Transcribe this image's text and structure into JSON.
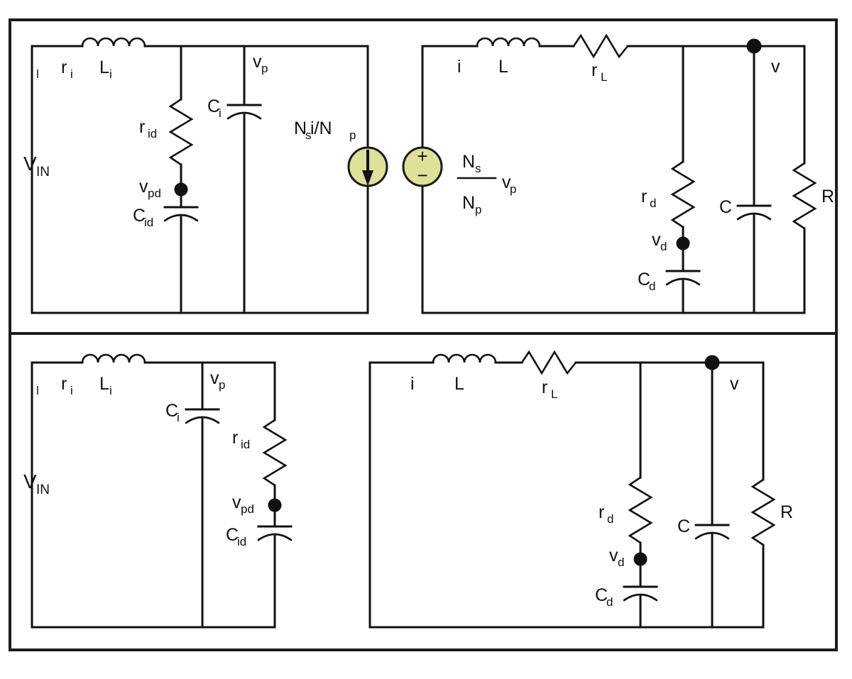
{
  "figure": {
    "title": "Flyback converter small-signal equivalent circuits",
    "panels": [
      {
        "id": "panel-top",
        "name": "transformer-coupled-equivalent-circuit"
      },
      {
        "id": "panel-bottom",
        "name": "reflected-equivalent-circuit"
      }
    ]
  },
  "colors": {
    "wire": "#111111",
    "frame": "#1c1c1c",
    "source_fill": "#dde19a",
    "source_stroke": "#1a1a1a",
    "background": "#ffffff"
  },
  "top_circuit": {
    "primary": {
      "source_label": {
        "base": "V",
        "sub": "IN"
      },
      "current_label": {
        "base": "i",
        "sub": "l"
      },
      "series_resistor": {
        "base": "r",
        "sub": "i"
      },
      "series_inductor": {
        "base": "L",
        "sub": "i"
      },
      "damping_resistor": {
        "base": "r",
        "sub": "id"
      },
      "damping_node": {
        "base": "v",
        "sub": "pd"
      },
      "damping_capacitor": {
        "base": "C",
        "sub": "id"
      },
      "input_capacitor": {
        "base": "C",
        "sub": "i"
      },
      "primary_voltage": {
        "base": "v",
        "sub": "p"
      }
    },
    "coupling": {
      "current_source_label": {
        "parts": [
          "N",
          "s",
          "i/N",
          "p"
        ],
        "text": "Ns i/Np"
      },
      "current_source_direction": "down",
      "voltage_source_plus": "+",
      "voltage_source_minus": "−",
      "voltage_source_label": {
        "numerator": {
          "base": "N",
          "sub": "s"
        },
        "denominator": {
          "base": "N",
          "sub": "p"
        },
        "multiplier": {
          "base": "v",
          "sub": "p"
        }
      }
    },
    "secondary": {
      "current_label": {
        "base": "i",
        "sub": ""
      },
      "inductor": {
        "base": "L",
        "sub": ""
      },
      "inductor_resistance": {
        "base": "r",
        "sub": "L"
      },
      "damping_resistor": {
        "base": "r",
        "sub": "d"
      },
      "damping_node": {
        "base": "v",
        "sub": "d"
      },
      "damping_capacitor": {
        "base": "C",
        "sub": "d"
      },
      "output_capacitor": {
        "base": "C",
        "sub": ""
      },
      "load_resistor": {
        "base": "R",
        "sub": ""
      },
      "output_voltage": {
        "base": "v",
        "sub": ""
      }
    }
  },
  "bottom_circuit": {
    "primary": {
      "source_label": {
        "base": "V",
        "sub": "IN"
      },
      "current_label": {
        "base": "i",
        "sub": "l"
      },
      "series_resistor": {
        "base": "r",
        "sub": "i"
      },
      "series_inductor": {
        "base": "L",
        "sub": "i"
      },
      "input_capacitor": {
        "base": "C",
        "sub": "i"
      },
      "primary_voltage": {
        "base": "v",
        "sub": "p"
      },
      "damping_resistor": {
        "base": "r",
        "sub": "id"
      },
      "damping_node": {
        "base": "v",
        "sub": "pd"
      },
      "damping_capacitor": {
        "base": "C",
        "sub": "id"
      }
    },
    "secondary": {
      "current_label": {
        "base": "i",
        "sub": ""
      },
      "inductor": {
        "base": "L",
        "sub": ""
      },
      "inductor_resistance": {
        "base": "r",
        "sub": "L"
      },
      "damping_resistor": {
        "base": "r",
        "sub": "d"
      },
      "damping_node": {
        "base": "v",
        "sub": "d"
      },
      "damping_capacitor": {
        "base": "C",
        "sub": "d"
      },
      "output_capacitor": {
        "base": "C",
        "sub": ""
      },
      "load_resistor": {
        "base": "R",
        "sub": ""
      },
      "output_voltage": {
        "base": "v",
        "sub": ""
      }
    }
  }
}
